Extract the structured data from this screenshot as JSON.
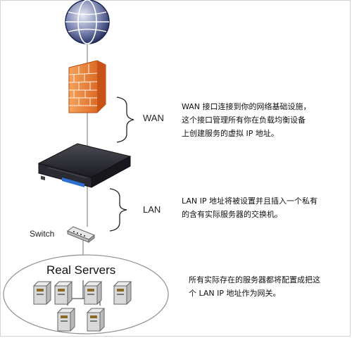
{
  "wan_label": "WAN",
  "lan_label": "LAN",
  "switch_label": "Switch",
  "servers_title": "Real Servers",
  "notes": {
    "wan": [
      "WAN 接口连接到你的网络基础设施，",
      "这个接口管理所有你在负载均衡设备",
      "上创建服务的虚拟 IP 地址。"
    ],
    "lan": [
      "LAN IP 地址将被设置并且插入一个私有",
      "的含有实际服务器的交换机。"
    ],
    "servers": [
      "所有实际存在的服务器都将配置成把这",
      "个 LAN IP 地址作为网关。"
    ]
  },
  "icons": {
    "internet": "globe-icon",
    "firewall": "firewall-icon",
    "load_balancer": "load-balancer-icon",
    "switch": "switch-icon",
    "server": "server-icon"
  },
  "colors": {
    "globe": "#2b3a78",
    "firewall": "#e8742a",
    "appliance": "#1e1e24",
    "link": "#8a8a8a"
  }
}
